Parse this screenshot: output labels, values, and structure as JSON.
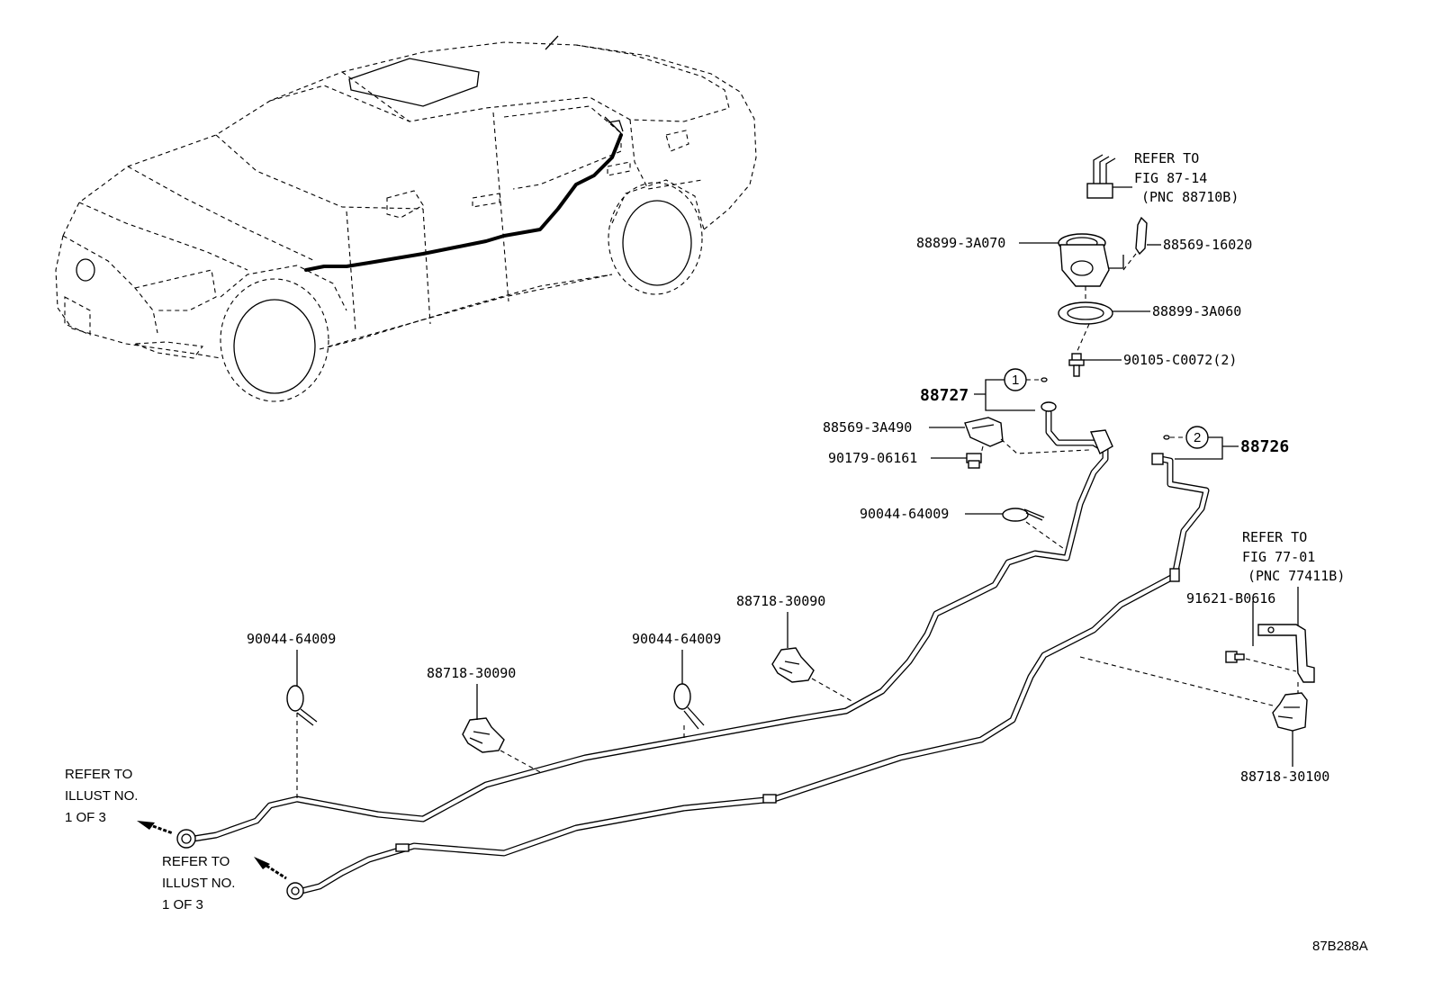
{
  "labels": {
    "p_88899_3a070": "88899-3A070",
    "p_88569_16020": "88569-16020",
    "p_88899_3a060": "88899-3A060",
    "p_90105_c0072": "90105-C0072(2)",
    "p_88727": "88727",
    "p_88726": "88726",
    "p_88569_3a490": "88569-3A490",
    "p_90179_06161": "90179-06161",
    "p_90044_64009_a": "90044-64009",
    "p_90044_64009_b": "90044-64009",
    "p_90044_64009_c": "90044-64009",
    "p_88718_30090_a": "88718-30090",
    "p_88718_30090_b": "88718-30090",
    "p_91621_b0616": "91621-B0616",
    "p_88718_30100": "88718-30100",
    "circle_1": "1",
    "circle_2": "2"
  },
  "refer_fig_87_14": {
    "line1": "REFER TO",
    "line2": "FIG 87-14",
    "line3": "(PNC 88710B)"
  },
  "refer_fig_77_01": {
    "line1": "REFER TO",
    "line2": "FIG 77-01",
    "line3": "(PNC 77411B)"
  },
  "refer_illust_upper": {
    "line1": "REFER TO",
    "line2": "ILLUST NO.",
    "line3": "1 OF 3"
  },
  "refer_illust_lower": {
    "line1": "REFER TO",
    "line2": "ILLUST NO.",
    "line3": "1 OF 3"
  },
  "illustration_id": "87B288A"
}
